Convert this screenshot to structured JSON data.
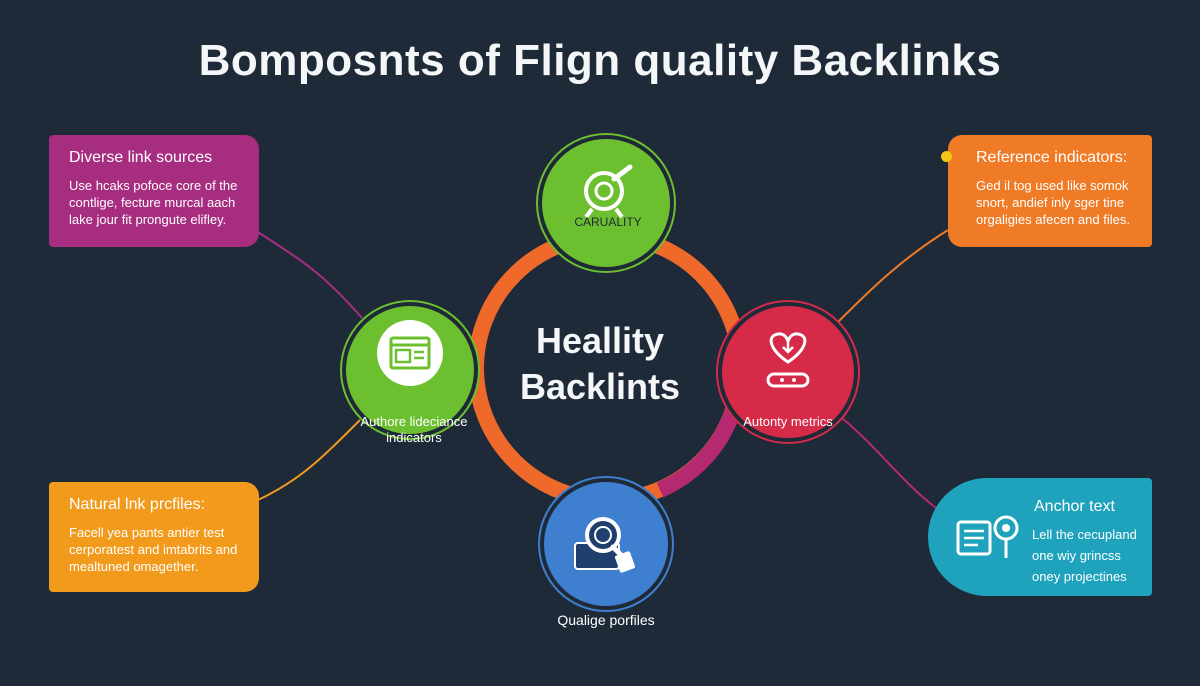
{
  "title": "Bomposnts of Flign quality Backlinks",
  "center": {
    "line1": "Heallity",
    "line2": "Backlints"
  },
  "nodes": {
    "top": {
      "label": "CARUALITY",
      "icon": "gear-wrench-icon",
      "color": "#6cbf2e"
    },
    "left": {
      "label": "Authore lideciance indicators",
      "icon": "browser-window-icon",
      "color": "#6cbf2e"
    },
    "right": {
      "label": "Autonty metrics",
      "icon": "heart-download-icon",
      "color": "#d52a48"
    },
    "bottom": {
      "label": "Qualige porfiles",
      "icon": "magnifier-tag-icon",
      "color": "#3f7fd0"
    }
  },
  "cards": {
    "diverse": {
      "heading": "Diverse link sources",
      "text": "Use hcaks pofoce core of the contlige, fecture murcal aach lake jour fit prongute elifley.",
      "color": "#a62d7f"
    },
    "reference": {
      "heading": "Reference indicators:",
      "text": "Ged il tog used like somok snort, andief inly sger tine orgaligies afecen and files.",
      "color": "#ef7b27"
    },
    "natural": {
      "heading": "Natural lnk prcfiles:",
      "text": "Facell yea pants antier test cerporatest and imtabrits and mealtuned omagether.",
      "color": "#f29a1c"
    },
    "anchor": {
      "heading": "Anchor text",
      "text": "Lell the cecupland one wiy grincss oney projectines",
      "color": "#1fa3bd"
    }
  },
  "ring_colors": [
    "#ef6a2a",
    "#b4296f"
  ]
}
